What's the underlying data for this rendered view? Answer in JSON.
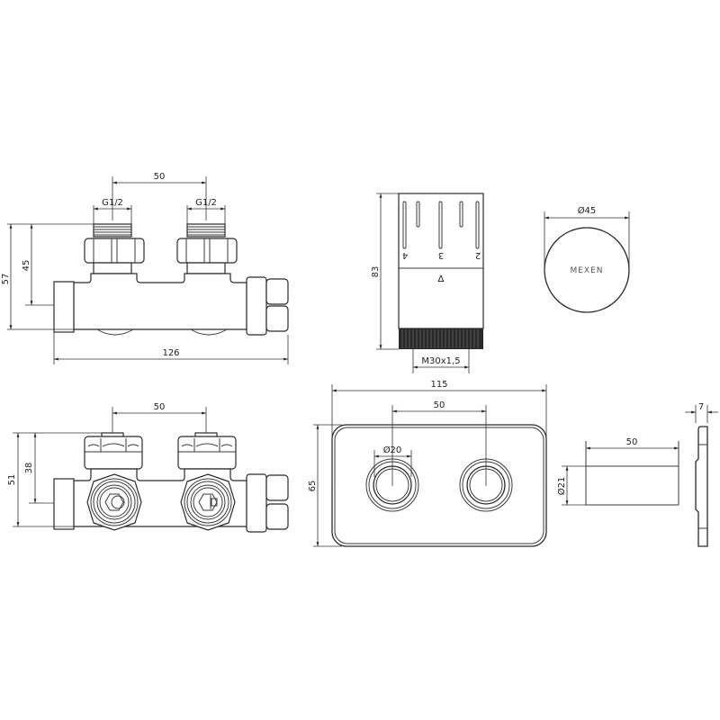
{
  "drawing": {
    "brand": "MEXEN",
    "valve_top_view": {
      "spacing": "50",
      "thread_left": "G1/2",
      "thread_right": "G1/2",
      "height_total": "57",
      "height_axis": "45",
      "length": "126"
    },
    "valve_front_view": {
      "spacing": "50",
      "height_total": "51",
      "height_axis": "38"
    },
    "thermostatic_head": {
      "height": "83",
      "thread": "M30x1,5",
      "scale_marks": [
        "4",
        "3",
        "2"
      ],
      "indicator": "∆"
    },
    "head_top_view": {
      "diameter": "Ø45",
      "logo": "MEXEN"
    },
    "cover_plate": {
      "width": "115",
      "height": "65",
      "hole_spacing": "50",
      "hole_diameter": "Ø20"
    },
    "sleeve": {
      "length": "50",
      "diameter": "Ø21"
    },
    "plate_side": {
      "thickness": "7"
    }
  }
}
